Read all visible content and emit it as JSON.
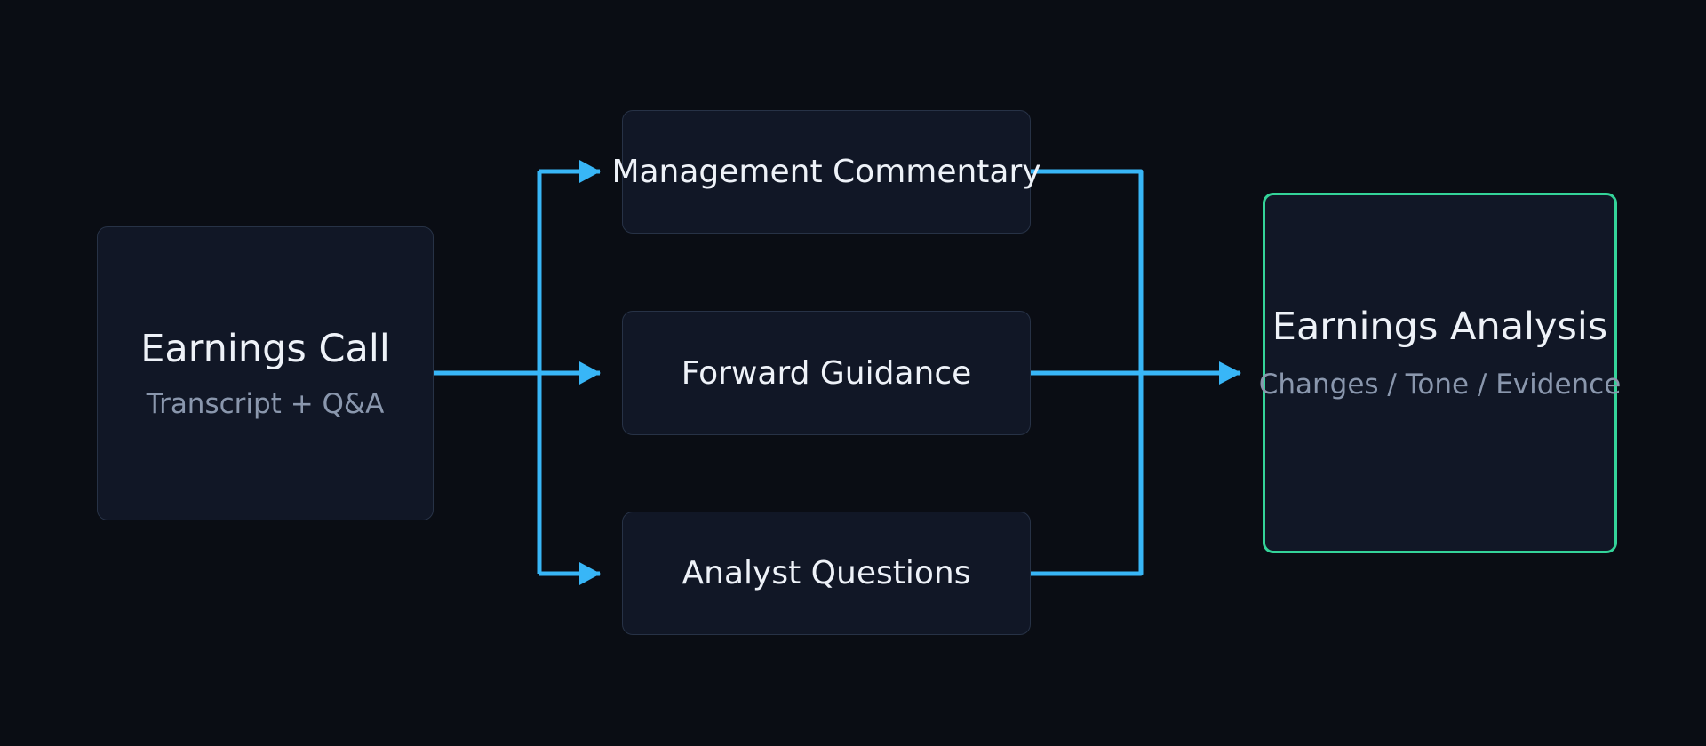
{
  "diagram": {
    "source": {
      "title": "Earnings Call",
      "subtitle": "Transcript + Q&A"
    },
    "stages": [
      {
        "id": "management",
        "label": "Management Commentary"
      },
      {
        "id": "guidance",
        "label": "Forward Guidance"
      },
      {
        "id": "analyst",
        "label": "Analyst Questions"
      }
    ],
    "output": {
      "title": "Earnings Analysis",
      "subtitle": "Changes / Tone / Evidence"
    }
  },
  "colors": {
    "background": "#0a0d14",
    "node_fill": "#111726",
    "node_border": "#273246",
    "arrow": "#38b6f7",
    "output_border": "#34d399"
  }
}
